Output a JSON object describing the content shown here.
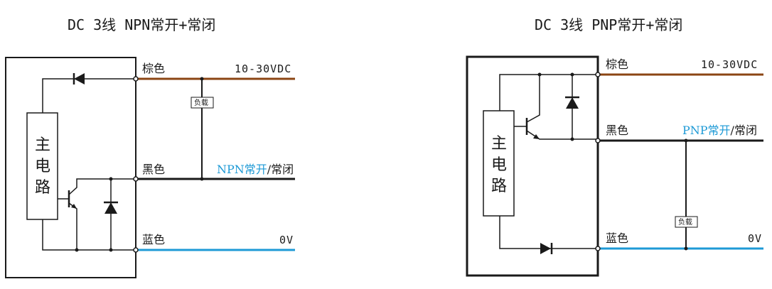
{
  "colors": {
    "brown": "#8B4513",
    "black": "#1a1a1a",
    "blue": "#1E9AD6",
    "label_blue": "#1E9AD6"
  },
  "npn": {
    "title": "DC 3线 NPN常开+常闭",
    "main_circuit": [
      "主",
      "电",
      "路"
    ],
    "brown_label": "棕色",
    "black_label": "黑色",
    "blue_label": "蓝色",
    "supply": "10-30VDC",
    "output_blue": "NPN常开",
    "output_rest": "/常闭",
    "ground": "0V",
    "load": "负载"
  },
  "pnp": {
    "title": "DC 3线 PNP常开+常闭",
    "main_circuit": [
      "主",
      "电",
      "路"
    ],
    "brown_label": "棕色",
    "black_label": "黑色",
    "blue_label": "蓝色",
    "supply": "10-30VDC",
    "output_blue": "PNP常开",
    "output_rest": "/常闭",
    "ground": "0V",
    "load": "负载"
  }
}
